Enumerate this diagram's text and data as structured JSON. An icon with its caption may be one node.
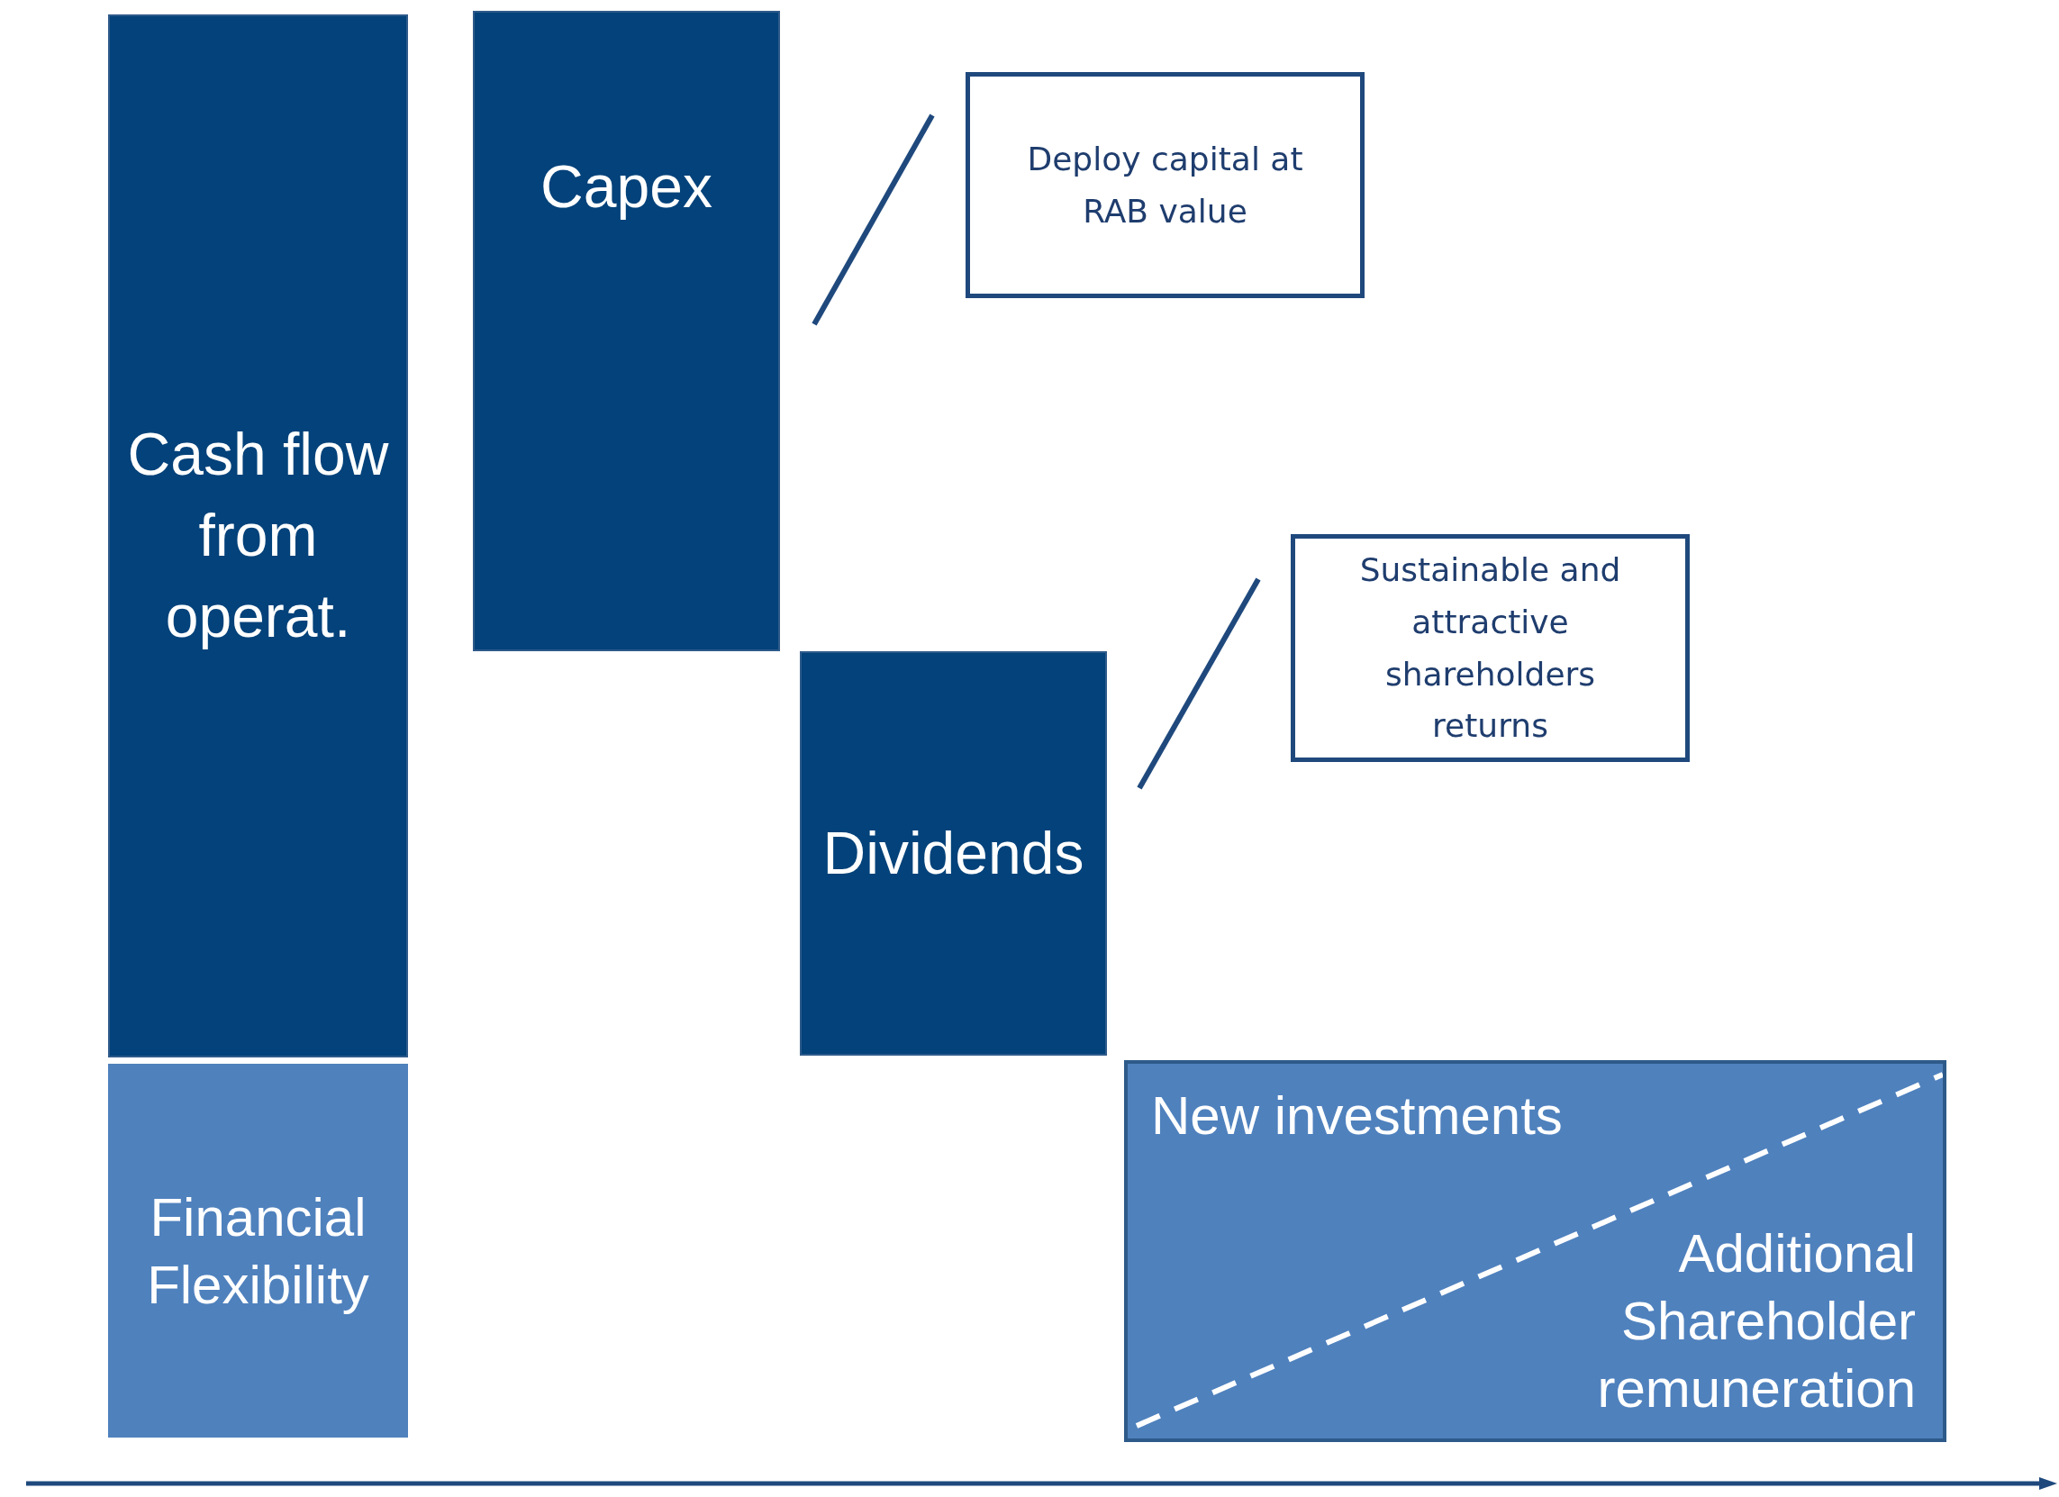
{
  "diagram": {
    "nodes": [
      {
        "text": [
          "Cash flow from operat."
        ]
      },
      {
        "text": [
          "Financial Flexibility"
        ]
      },
      {
        "text": [
          "Capex"
        ]
      },
      {
        "text": [
          "Dividends"
        ]
      },
      {
        "text": [
          "New investments",
          "Additional Shareholder remuneration"
        ]
      },
      {
        "text": [
          "Deploy capital at RAB value"
        ]
      },
      {
        "text": [
          "Sustainable and attractive shareholders returns"
        ]
      }
    ],
    "edges": [
      {
        "from": 2,
        "to": 5,
        "arrow": "none"
      },
      {
        "from": 3,
        "to": 6,
        "arrow": "none"
      }
    ]
  }
}
